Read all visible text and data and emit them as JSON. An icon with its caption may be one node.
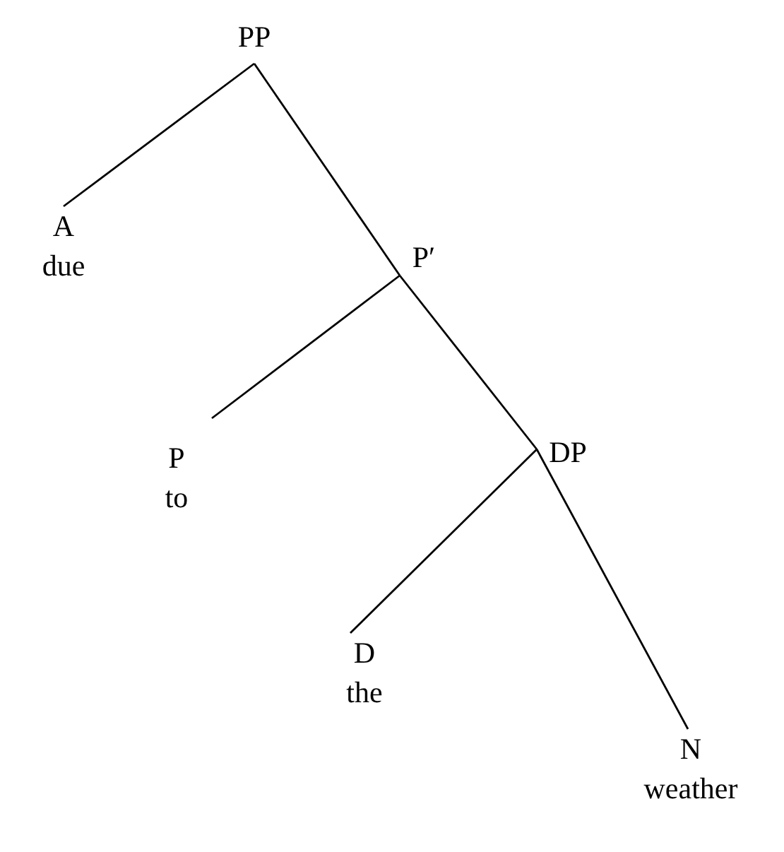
{
  "diagram": {
    "nodes": [
      {
        "text": [
          "PP"
        ]
      },
      {
        "text": [
          "A",
          "due"
        ]
      },
      {
        "text": [
          "P′"
        ]
      },
      {
        "text": [
          "P",
          "to"
        ]
      },
      {
        "text": [
          "DP"
        ]
      },
      {
        "text": [
          "D",
          "the"
        ]
      },
      {
        "text": [
          "N",
          "weather"
        ]
      }
    ],
    "edges": [
      {
        "from": 0,
        "to": 1,
        "arrow": "none"
      },
      {
        "from": 0,
        "to": 2,
        "arrow": "none"
      },
      {
        "from": 2,
        "to": 3,
        "arrow": "none"
      },
      {
        "from": 2,
        "to": 4,
        "arrow": "none"
      },
      {
        "from": 4,
        "to": 5,
        "arrow": "none"
      },
      {
        "from": 4,
        "to": 6,
        "arrow": "none"
      }
    ]
  }
}
